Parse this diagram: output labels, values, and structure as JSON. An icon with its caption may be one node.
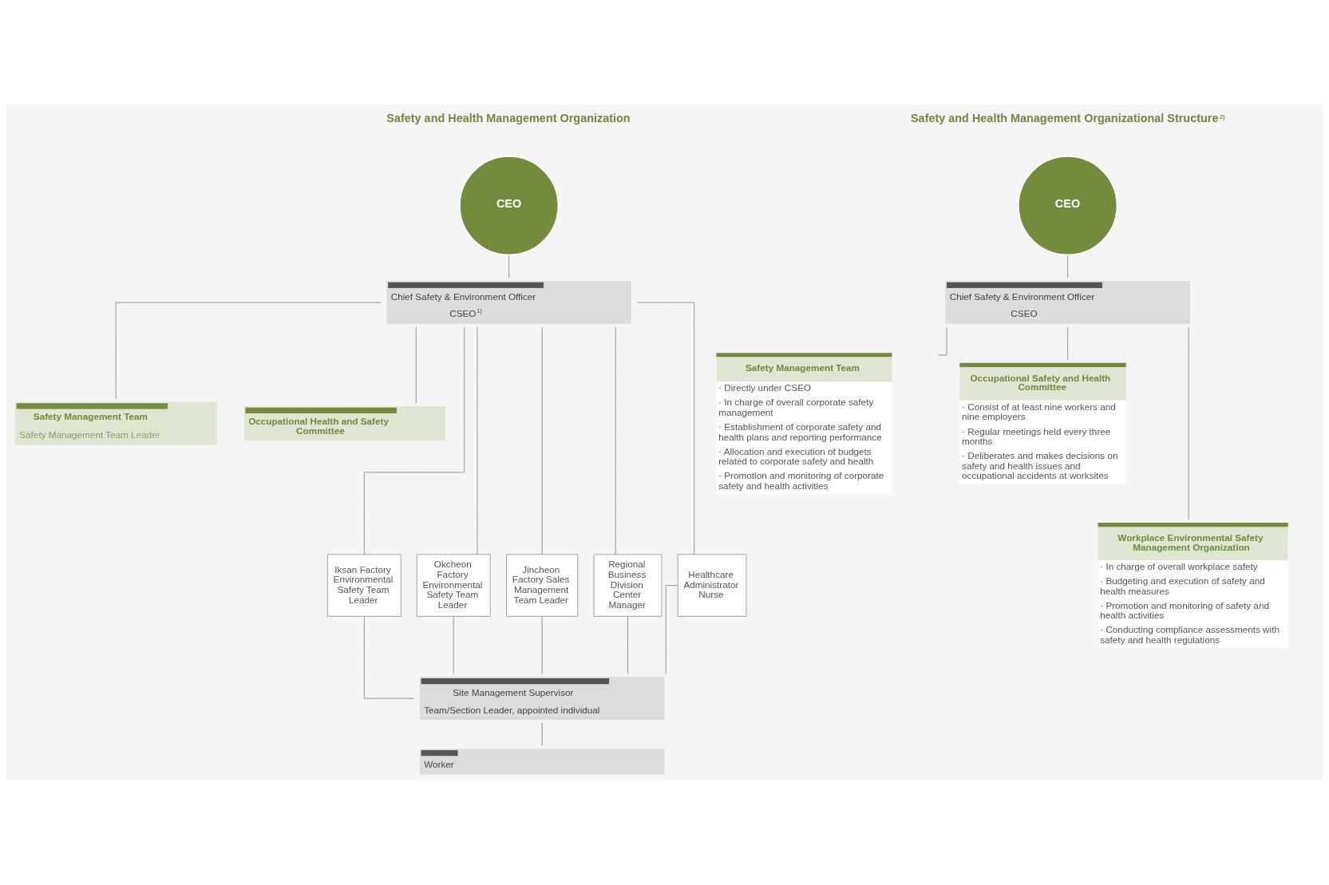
{
  "diagram": {
    "nodes": [
      {
        "text": [
          "CEO"
        ]
      },
      {
        "text": [
          "Chief Safety & Environment Officer",
          "CSEO$^{1)}$"
        ]
      },
      {
        "text": [
          "Safety Management Team",
          "Safety Management Team Leader"
        ]
      },
      {
        "text": [
          "Occupational Health and Safety Committee"
        ]
      },
      {
        "text": [
          "Iksan Factory Environmental Safety Team Leader"
        ]
      },
      {
        "text": [
          "Okcheon Factory Environmental Safety Team Leader"
        ]
      },
      {
        "text": [
          "Jincheon Factory Sales Management Team Leader"
        ]
      },
      {
        "text": [
          "Regional Business Division Center Manager"
        ]
      },
      {
        "text": [
          "Healthcare Administrator Nurse"
        ]
      },
      {
        "text": [
          "Site Management Supervisor",
          "Team/Section Leader, appointed individual"
        ]
      },
      {
        "text": [
          "Worker"
        ]
      },
      {
        "text": [
          "CEO"
        ]
      },
      {
        "text": [
          "Chief Safety & Environment Officer",
          "CSEO"
        ]
      },
      {
        "text": [
          "Safety Management Team",
          "· Directly under CSEO",
          "· In charge of overall corporate safety management",
          "· Establishment of corporate safety and health plans and reporting performance",
          "· Allocation and execution of budgets related to corporate safety and health",
          "· Promotion and monitoring of corporate safety and health activities"
        ]
      },
      {
        "text": [
          "Occupational Safety and Health Committee",
          "· Consist of at least nine workers and nine employers",
          "· Regular meetings held every three months",
          "· Deliberates and makes decisions on safety and health issues and occupational accidents at worksites"
        ]
      },
      {
        "text": [
          "Workplace Environmental Safety Management Organization",
          "· In charge of overall workplace safety",
          "· Budgeting and execution of safety and health measures",
          "· Promotion and monitoring of safety and health activities",
          "· Conducting compliance assessments with safety and health regulations"
        ]
      }
    ],
    "edges": [
      {
        "from": 0,
        "to": 1,
        "arrow": "none"
      },
      {
        "from": 1,
        "to": 2,
        "arrow": "none"
      },
      {
        "from": 1,
        "to": 3,
        "arrow": "none"
      },
      {
        "from": 1,
        "to": 4,
        "arrow": "none"
      },
      {
        "from": 1,
        "to": 5,
        "arrow": "none"
      },
      {
        "from": 1,
        "to": 6,
        "arrow": "none"
      },
      {
        "from": 1,
        "to": 7,
        "arrow": "none"
      },
      {
        "from": 1,
        "to": 8,
        "arrow": "none"
      },
      {
        "from": 4,
        "to": 9,
        "arrow": "none"
      },
      {
        "from": 5,
        "to": 9,
        "arrow": "none"
      },
      {
        "from": 6,
        "to": 9,
        "arrow": "none"
      },
      {
        "from": 7,
        "to": 9,
        "arrow": "none"
      },
      {
        "from": 8,
        "to": 9,
        "arrow": "none"
      },
      {
        "from": 9,
        "to": 10,
        "arrow": "none"
      },
      {
        "from": 11,
        "to": 12,
        "arrow": "none"
      },
      {
        "from": 12,
        "to": 13,
        "arrow": "none"
      },
      {
        "from": 12,
        "to": 14,
        "arrow": "none"
      },
      {
        "from": 12,
        "to": 15,
        "arrow": "none"
      }
    ],
    "labels": [
      "Safety and Health Management Organization",
      "Safety and Health Management Organizational Structure$^{2)}$"
    ]
  }
}
